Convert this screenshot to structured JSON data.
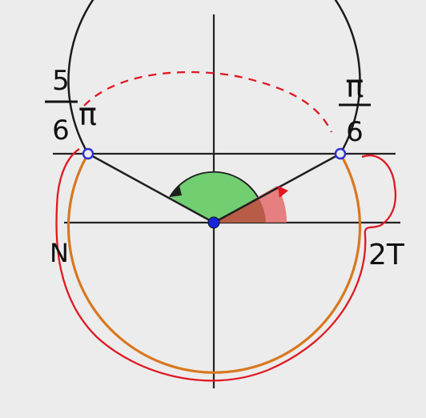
{
  "labels": {
    "left_angle_numerator": "5",
    "left_angle_denominator": "6",
    "left_angle_pi": "π",
    "right_angle_numerator": "π",
    "right_angle_denominator": "6",
    "right_axis_label": "2T",
    "left_axis_label": "N"
  },
  "colors": {
    "background": "#ececec",
    "axis": "#222222",
    "upper_arc": "#1a1a1a",
    "lower_arc": "#d8781f",
    "point_outline": "#2b2fd8",
    "origin_point": "#1726d8",
    "green_angle": "#71cf72",
    "red_angle": "#e67373",
    "brown_angle": "#b45b45",
    "annotation": "#e01822"
  }
}
